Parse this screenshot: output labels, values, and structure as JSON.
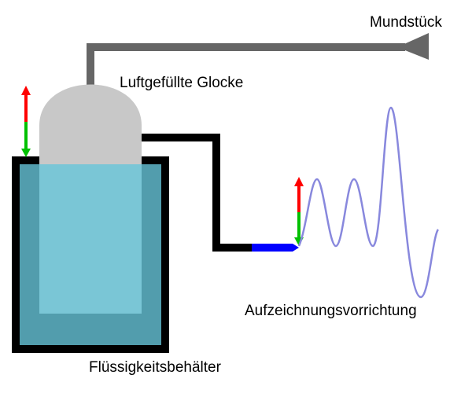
{
  "labels": {
    "mouthpiece": "Mundstück",
    "bell": "Luftgefüllte Glocke",
    "recorder": "Aufzeichnungsvorrichtung",
    "container": "Flüssigkeitsbehälter"
  },
  "colors": {
    "outer_liquid": "#529DAD",
    "inner_liquid": "#7AC6D6",
    "bell": "#C8C8C8",
    "air_tube": "#666666",
    "signal_tube": "#000000",
    "stylus": "#0000FF",
    "arrow_up": "#FF0000",
    "arrow_down": "#00C000",
    "trace": "#8888DD"
  }
}
